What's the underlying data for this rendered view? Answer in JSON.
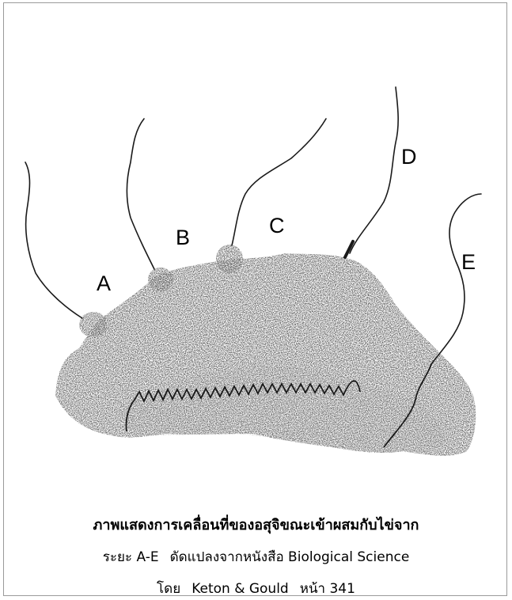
{
  "labels": {
    "a": "A",
    "b": "B",
    "c": "C",
    "d": "D",
    "e": "E"
  },
  "caption": {
    "line1": "ภาพแสดงการเคลื่อนที่ของอสุจิขณะเข้าผสมกับไข่จาก",
    "line2_range": "ระยะ A-E",
    "line2_source": "ดัดแปลงจากหนังสือ Biological Science",
    "line3_by": "โดย",
    "line3_authors": "Keton & Gould",
    "line3_page": "หน้า 341"
  },
  "colors": {
    "stipple_dark": "#2b2b2b",
    "stipple_light": "#8c8c8c",
    "line": "#111111"
  }
}
